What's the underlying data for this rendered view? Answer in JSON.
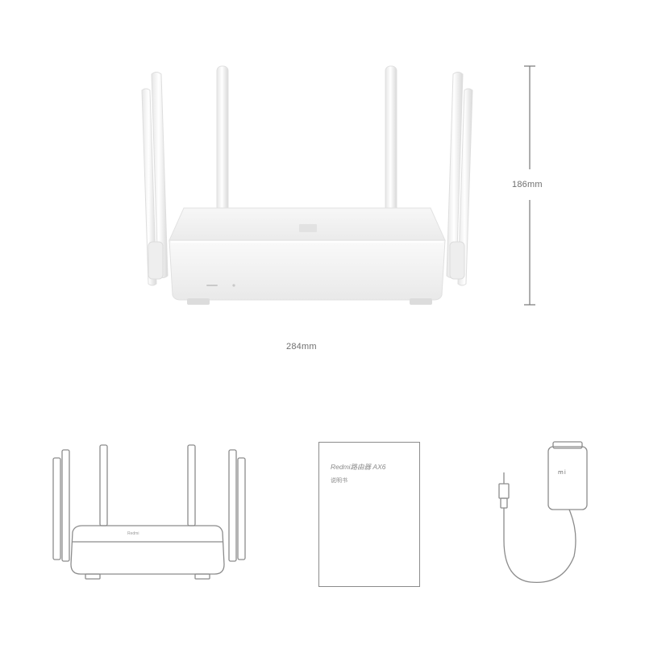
{
  "dimensions": {
    "height_label": "186mm",
    "width_label": "284mm"
  },
  "package_contents": {
    "router_badge": "Redmi",
    "manual_title": "Redmi路由器 AX6",
    "manual_subtitle": "说明书",
    "adapter_logo": "mi"
  },
  "colors": {
    "router_white": "#f5f5f5",
    "router_shadow": "#dcdcdc",
    "line_art": "#8c8c8c",
    "dimension_line": "#777777"
  }
}
